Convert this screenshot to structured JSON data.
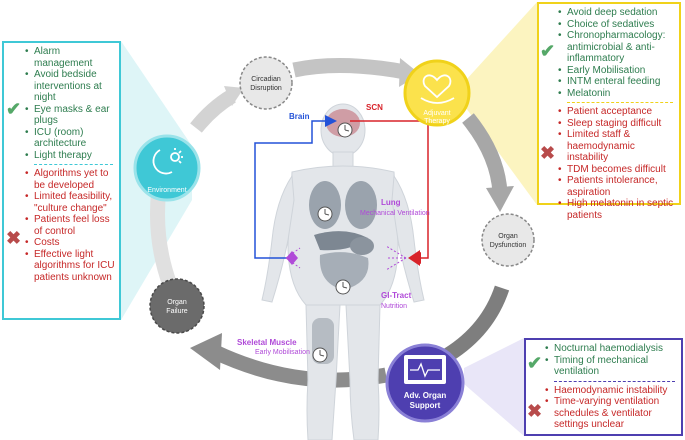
{
  "nodes": {
    "circadian": "Circadian Disruption",
    "adjuvant": "Adjuvant Therapy",
    "organ_dysfunction": "Organ Dysfunction",
    "adv_organ_support": "Adv. Organ Support",
    "organ_failure": "Organ Failure",
    "environment": "Environment"
  },
  "body": {
    "brain": "Brain",
    "scn": "SCN",
    "lung": "Lung",
    "lung_sub": "Mechanical Ventilation",
    "gi": "GI-Tract",
    "gi_sub": "Nutrition",
    "skeletal": "Skeletal Muscle",
    "skeletal_sub": "Early Mobilisation"
  },
  "environment_box": {
    "positives": [
      "Alarm management",
      "Avoid bedside interventions at night",
      "Eye masks & ear plugs",
      "ICU (room) architecture",
      "Light therapy"
    ],
    "negatives": [
      "Algorithms yet to be developed",
      "Limited feasibility, \"culture change\"",
      "Patients feel loss of control",
      "Costs",
      "Effective light algorithms for ICU patients unknown"
    ]
  },
  "adjuvant_box": {
    "positives": [
      "Avoid deep sedation",
      "Choice of sedatives",
      "Chronopharmacology: antimicrobial & anti-inflammatory",
      "Early Mobilisation",
      "INTM enteral feeding",
      "Melatonin"
    ],
    "negatives": [
      "Patient acceptance",
      "Sleep staging difficult",
      "Limited staff & haemodynamic instability",
      "TDM becomes difficult",
      "Patients intolerance, aspiration",
      "High melatonin in septic patients"
    ]
  },
  "support_box": {
    "positives": [
      "Nocturnal haemodialysis",
      "Timing of mechanical ventilation"
    ],
    "negatives": [
      "Haemodynamic instability",
      "Time-varying ventilation schedules & ventilator settings unclear"
    ]
  },
  "colors": {
    "environment": "#3fc8d6",
    "adjuvant": "#f0d21a",
    "support": "#4e3fb0",
    "positive_text": "#2e7d4f",
    "negative_text": "#c62828",
    "pathway_blue": "#2352d8",
    "pathway_red": "#d8232a",
    "organ_label": "#b04ad8"
  },
  "icons": [
    "moon-sun-icon",
    "heart-hand-icon",
    "monitor-icon",
    "check-icon",
    "cross-icon",
    "clock-icon"
  ]
}
